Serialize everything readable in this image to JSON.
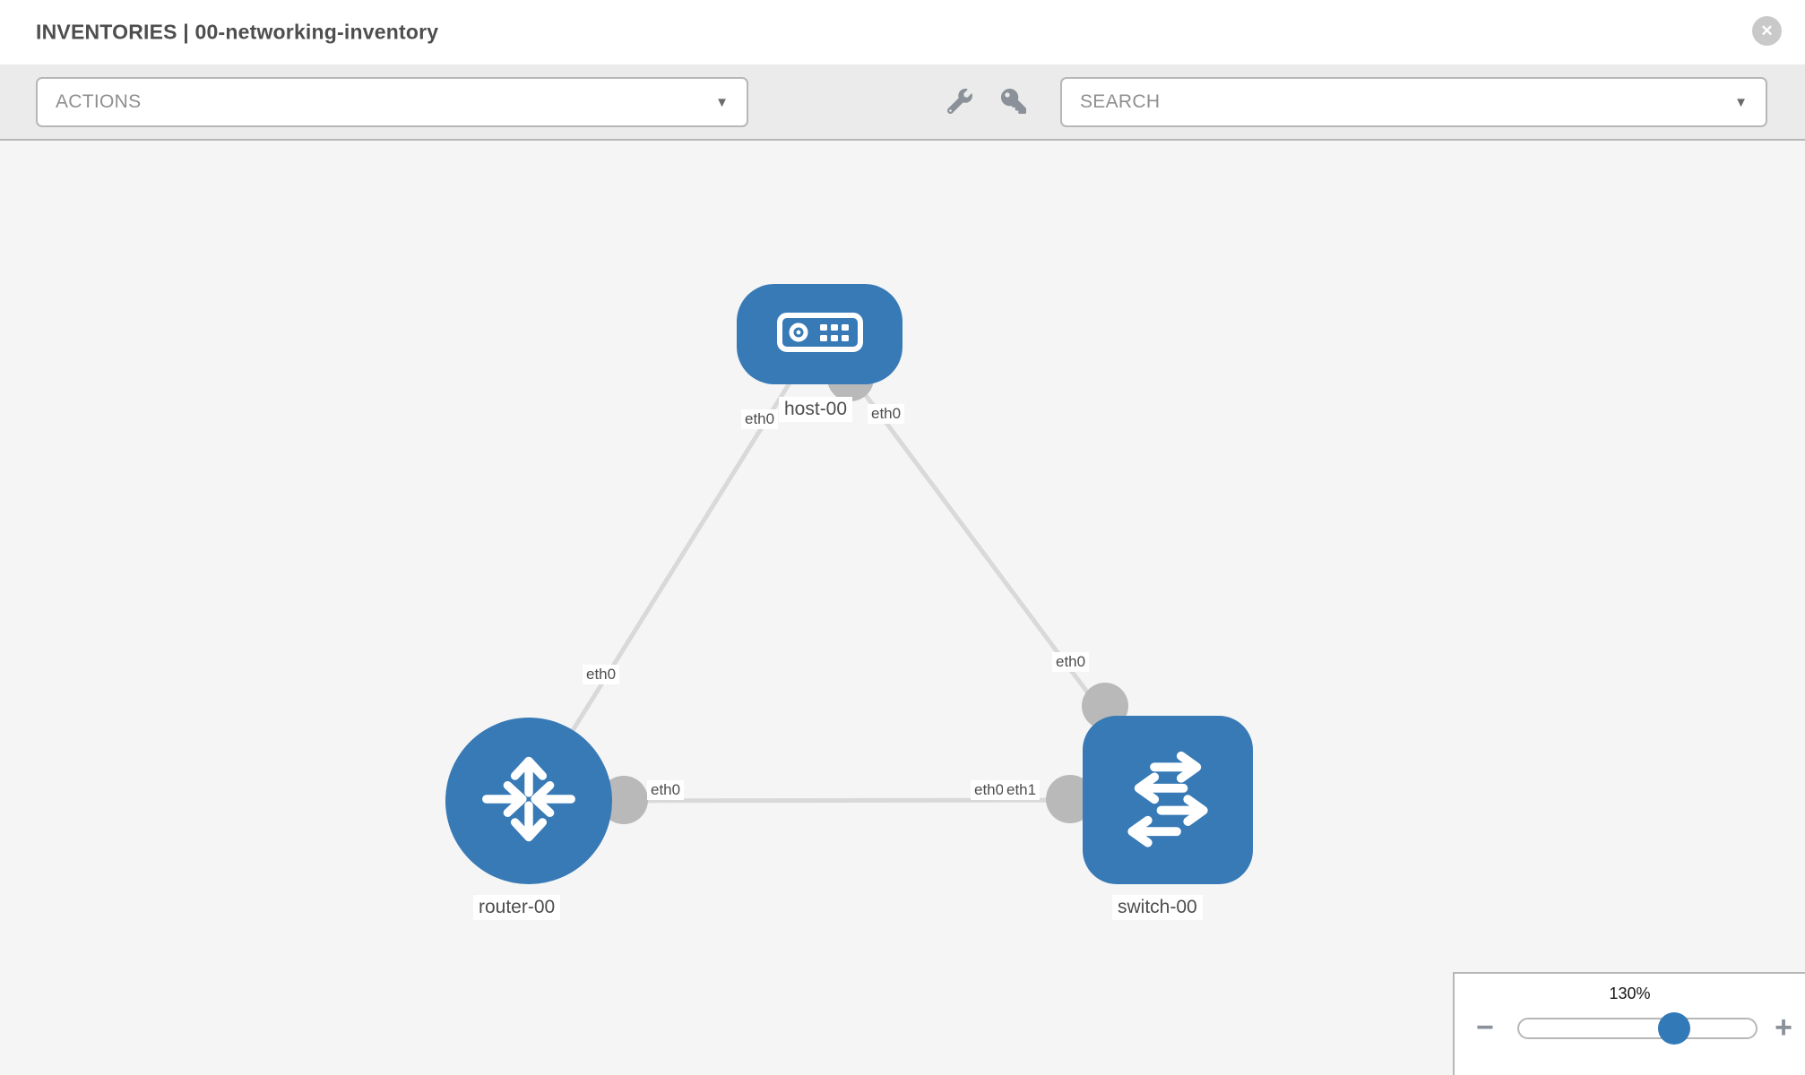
{
  "header": {
    "title": "INVENTORIES | 00-networking-inventory",
    "close_glyph": "✕"
  },
  "toolbar": {
    "actions_label": "ACTIONS",
    "search_label": "SEARCH",
    "caret_glyph": "▼"
  },
  "diagram": {
    "nodes": [
      {
        "label": "host-00",
        "type": "host"
      },
      {
        "label": "router-00",
        "type": "router"
      },
      {
        "label": "switch-00",
        "type": "switch"
      }
    ],
    "port_labels": {
      "host_to_router": "eth0",
      "host_to_switch": "eth0",
      "router_uplink": "eth0",
      "switch_uplink": "eth0",
      "router_lan": "eth0",
      "switch_lan_under": "eth0",
      "switch_lan": "eth1"
    }
  },
  "zoom_control": {
    "level": "130%",
    "minus_glyph": "−",
    "plus_glyph": "+"
  },
  "colors": {
    "node_blue": "#377ab6",
    "interface_gray": "#b9b9b9",
    "link_gray": "#d9d9d9",
    "slider_thumb_blue": "#3279b7"
  }
}
